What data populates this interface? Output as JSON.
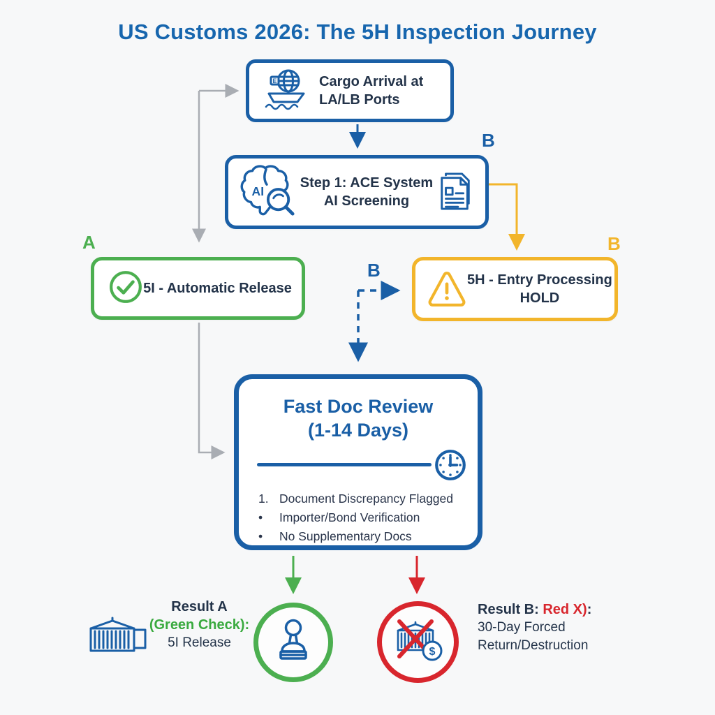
{
  "title": "US Customs 2026: The 5H Inspection Journey",
  "colors": {
    "primary_blue": "#1a5fa6",
    "title_blue": "#1766ae",
    "navy_text": "#233349",
    "green": "#4caf50",
    "yellow": "#f2b52b",
    "red": "#d8262d",
    "gray_connector": "#a9adb3",
    "background": "#f7f8f9"
  },
  "labels": {
    "branch_a": "A",
    "branch_b_screening": "B",
    "branch_b_dashed": "B",
    "branch_b_hold": "B"
  },
  "nodes": {
    "arrival": {
      "line1": "Cargo Arrival at",
      "line2": "LA/LB Ports"
    },
    "screening": {
      "line1": "Step 1: ACE System",
      "line2": "AI Screening",
      "ai_label": "AI"
    },
    "release": {
      "label": "5I - Automatic Release"
    },
    "hold": {
      "line1": "5H - Entry Processing",
      "line2": "HOLD"
    },
    "review": {
      "title1": "Fast Doc Review",
      "title2": "(1-14 Days)",
      "items": [
        {
          "marker": "1.",
          "text": "Document Discrepancy Flagged"
        },
        {
          "marker": "•",
          "text": "Importer/Bond Verification"
        },
        {
          "marker": "•",
          "text": "No Supplementary Docs"
        }
      ]
    }
  },
  "results": {
    "a": {
      "title": "Result A",
      "highlight": "(Green Check):",
      "line3": "5I Release"
    },
    "b": {
      "prefix": "Result B: ",
      "highlight": "Red X)",
      "suffix": ":",
      "line2": "30-Day Forced",
      "line3": "Return/Destruction",
      "badge": "$"
    }
  },
  "icons": [
    "ship-globe-icon",
    "ai-brain-icon",
    "documents-icon",
    "check-circle-icon",
    "warning-triangle-icon",
    "clock-icon",
    "container-icon",
    "stamp-icon",
    "blocked-container-icon",
    "dollar-badge-icon",
    "x-mark-icon"
  ]
}
